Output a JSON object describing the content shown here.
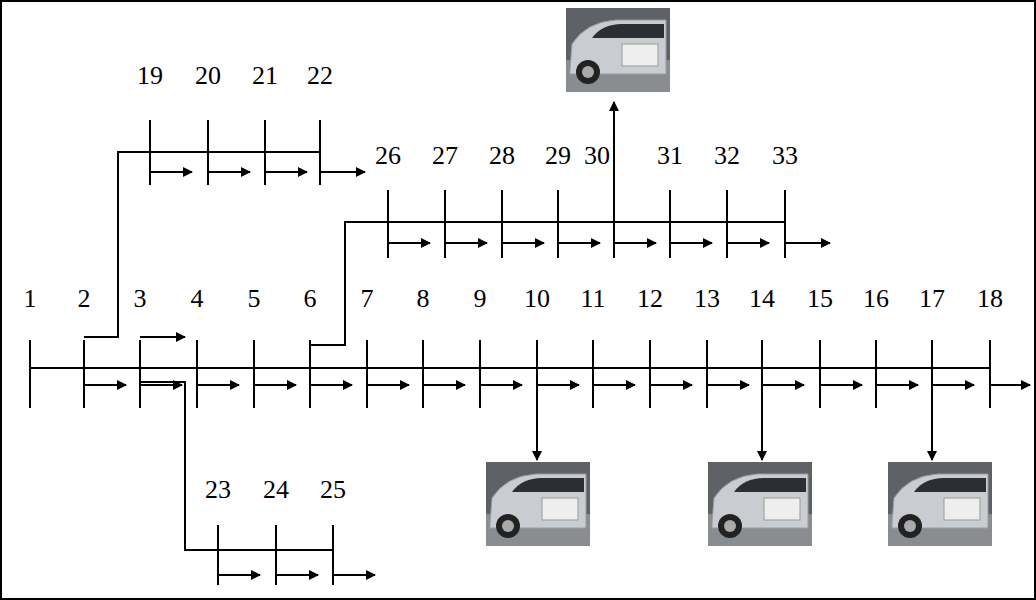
{
  "diagram": {
    "labels": [
      "19",
      "20",
      "21",
      "22",
      "26",
      "27",
      "28",
      "29",
      "30",
      "31",
      "32",
      "33",
      "1",
      "2",
      "3",
      "4",
      "5",
      "6",
      "7",
      "8",
      "9",
      "10",
      "11",
      "12",
      "13",
      "14",
      "15",
      "16",
      "17",
      "18",
      "23",
      "24",
      "25"
    ]
  }
}
